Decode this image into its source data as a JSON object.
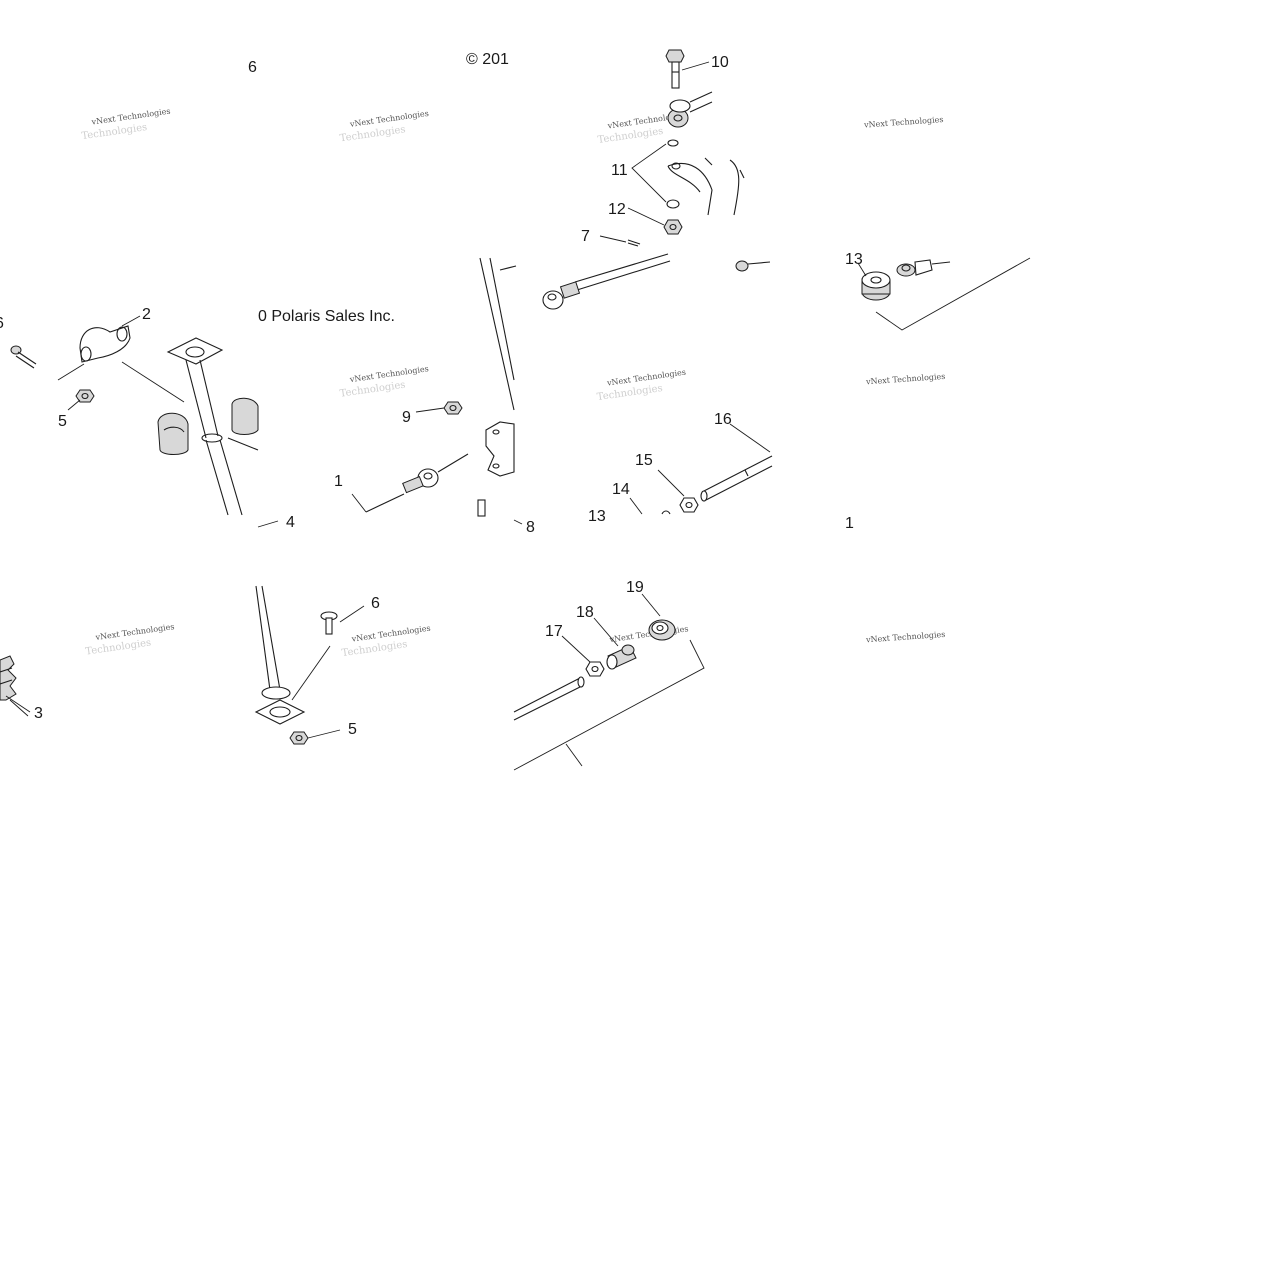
{
  "copyright": {
    "fragment_a": "© 201",
    "fragment_b": "0 Polaris Sales Inc."
  },
  "watermark": {
    "line1": "vNext Technologies",
    "line2": "Technologies"
  },
  "callouts": {
    "c6_top": "6",
    "c10": "10",
    "c11": "11",
    "c12": "12",
    "c7": "7",
    "c13_top": "13",
    "c2": "2",
    "c6_left": "6",
    "c5_left": "5",
    "c9": "9",
    "c1_mid": "1",
    "c4": "4",
    "c8": "8",
    "c16": "16",
    "c15": "15",
    "c14": "14",
    "c13_mid": "13",
    "c1_right": "1",
    "c6_bottom": "6",
    "c3": "3",
    "c5_bottom": "5",
    "c19": "19",
    "c18": "18",
    "c17": "17"
  }
}
